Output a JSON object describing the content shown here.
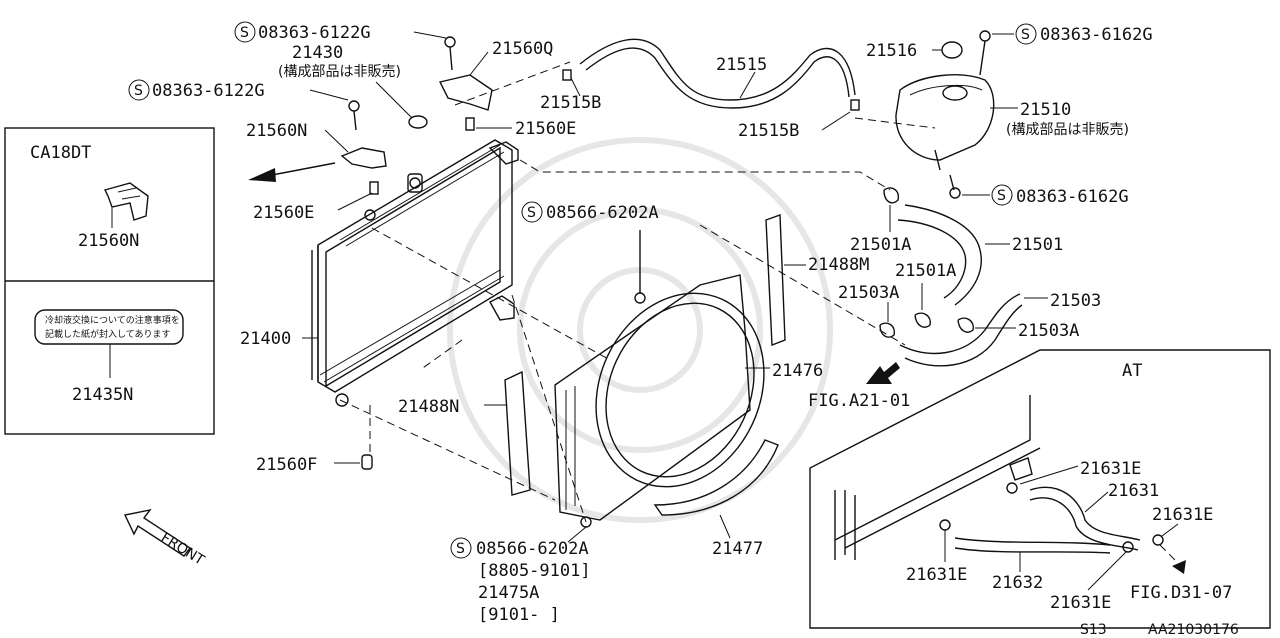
{
  "labels": {
    "l08363_6122g_top": "08363-6122G",
    "l21430": "21430",
    "l21430_note": "(構成部品は非販売)",
    "l21560q": "21560Q",
    "l08363_6122g_mid": "08363-6122G",
    "l21515b_top": "21515B",
    "l21560n_main": "21560N",
    "l21560e_top": "21560E",
    "l21560e_left": "21560E",
    "l21515": "21515",
    "l21515b_right": "21515B",
    "l21516": "21516",
    "l08363_6162g_top": "08363-6162G",
    "l21510": "21510",
    "l21510_note": "(構成部品は非販売)",
    "l08363_6162g_bot": "08363-6162G",
    "l08566_6202a_top": "08566-6202A",
    "l21501a_1": "21501A",
    "l21501": "21501",
    "l21488m": "21488M",
    "l21501a_2": "21501A",
    "l21503a_1": "21503A",
    "l21503": "21503",
    "l21503a_2": "21503A",
    "l21400": "21400",
    "l21476": "21476",
    "l21488n": "21488N",
    "l_fig_a21": "FIG.A21-01",
    "l21560f": "21560F",
    "l21477": "21477",
    "l08566_6202a_bot": "08566-6202A",
    "l_date1": "[8805-9101]",
    "l21475a": "21475A",
    "l_date2": "[9101-    ]",
    "l_front": "FRONT",
    "l_sheet": "S13",
    "l_code": "AA21030176"
  },
  "inset_ca18dt": {
    "title": "CA18DT",
    "part": "21560N",
    "label_part": "21435N",
    "sticker_line1": "冷却液交換についての注意事項を",
    "sticker_line2": "記載した紙が封入してあります"
  },
  "inset_at": {
    "title": "AT",
    "l21631e_1": "21631E",
    "l21631": "21631",
    "l21631e_2": "21631E",
    "l21631e_3": "21631E",
    "l21632": "21632",
    "l21631e_4": "21631E",
    "fig": "FIG.D31-07"
  }
}
